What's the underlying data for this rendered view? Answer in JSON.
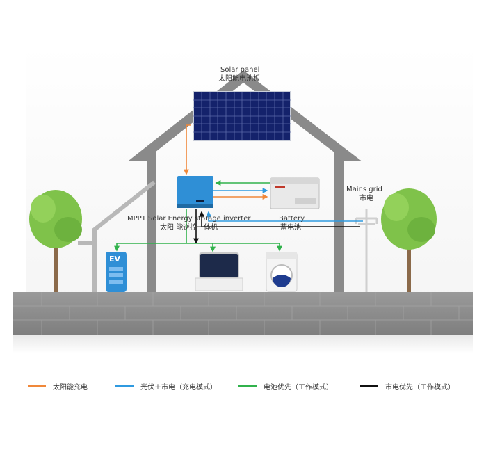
{
  "labels": {
    "solar_panel_en": "Solar panel",
    "solar_panel_cn": "太阳能电池板",
    "inverter_en": "MPPT Solar Energy storage inverter",
    "inverter_cn": "太阳 能逆控一体机",
    "battery_en": "Battery",
    "battery_cn": "蓄电池",
    "mains_en": "Mains grid",
    "mains_cn": "市电",
    "ev_badge": "EV"
  },
  "legend": [
    {
      "label": "太阳能充电",
      "color": "#f0883a"
    },
    {
      "label": "光伏＋市电（充电模式）",
      "color": "#2f9ae0"
    },
    {
      "label": "电池优先（工作模式）",
      "color": "#31b24c"
    },
    {
      "label": "市电优先（工作模式）",
      "color": "#111111"
    }
  ],
  "colors": {
    "solar": "#f0883a",
    "pv_grid": "#2f9ae0",
    "battery": "#31b24c",
    "mains": "#111111",
    "house_outline": "#8a8a8a",
    "wall": "#8f8f8f",
    "inverter": "#2f8fd6"
  }
}
